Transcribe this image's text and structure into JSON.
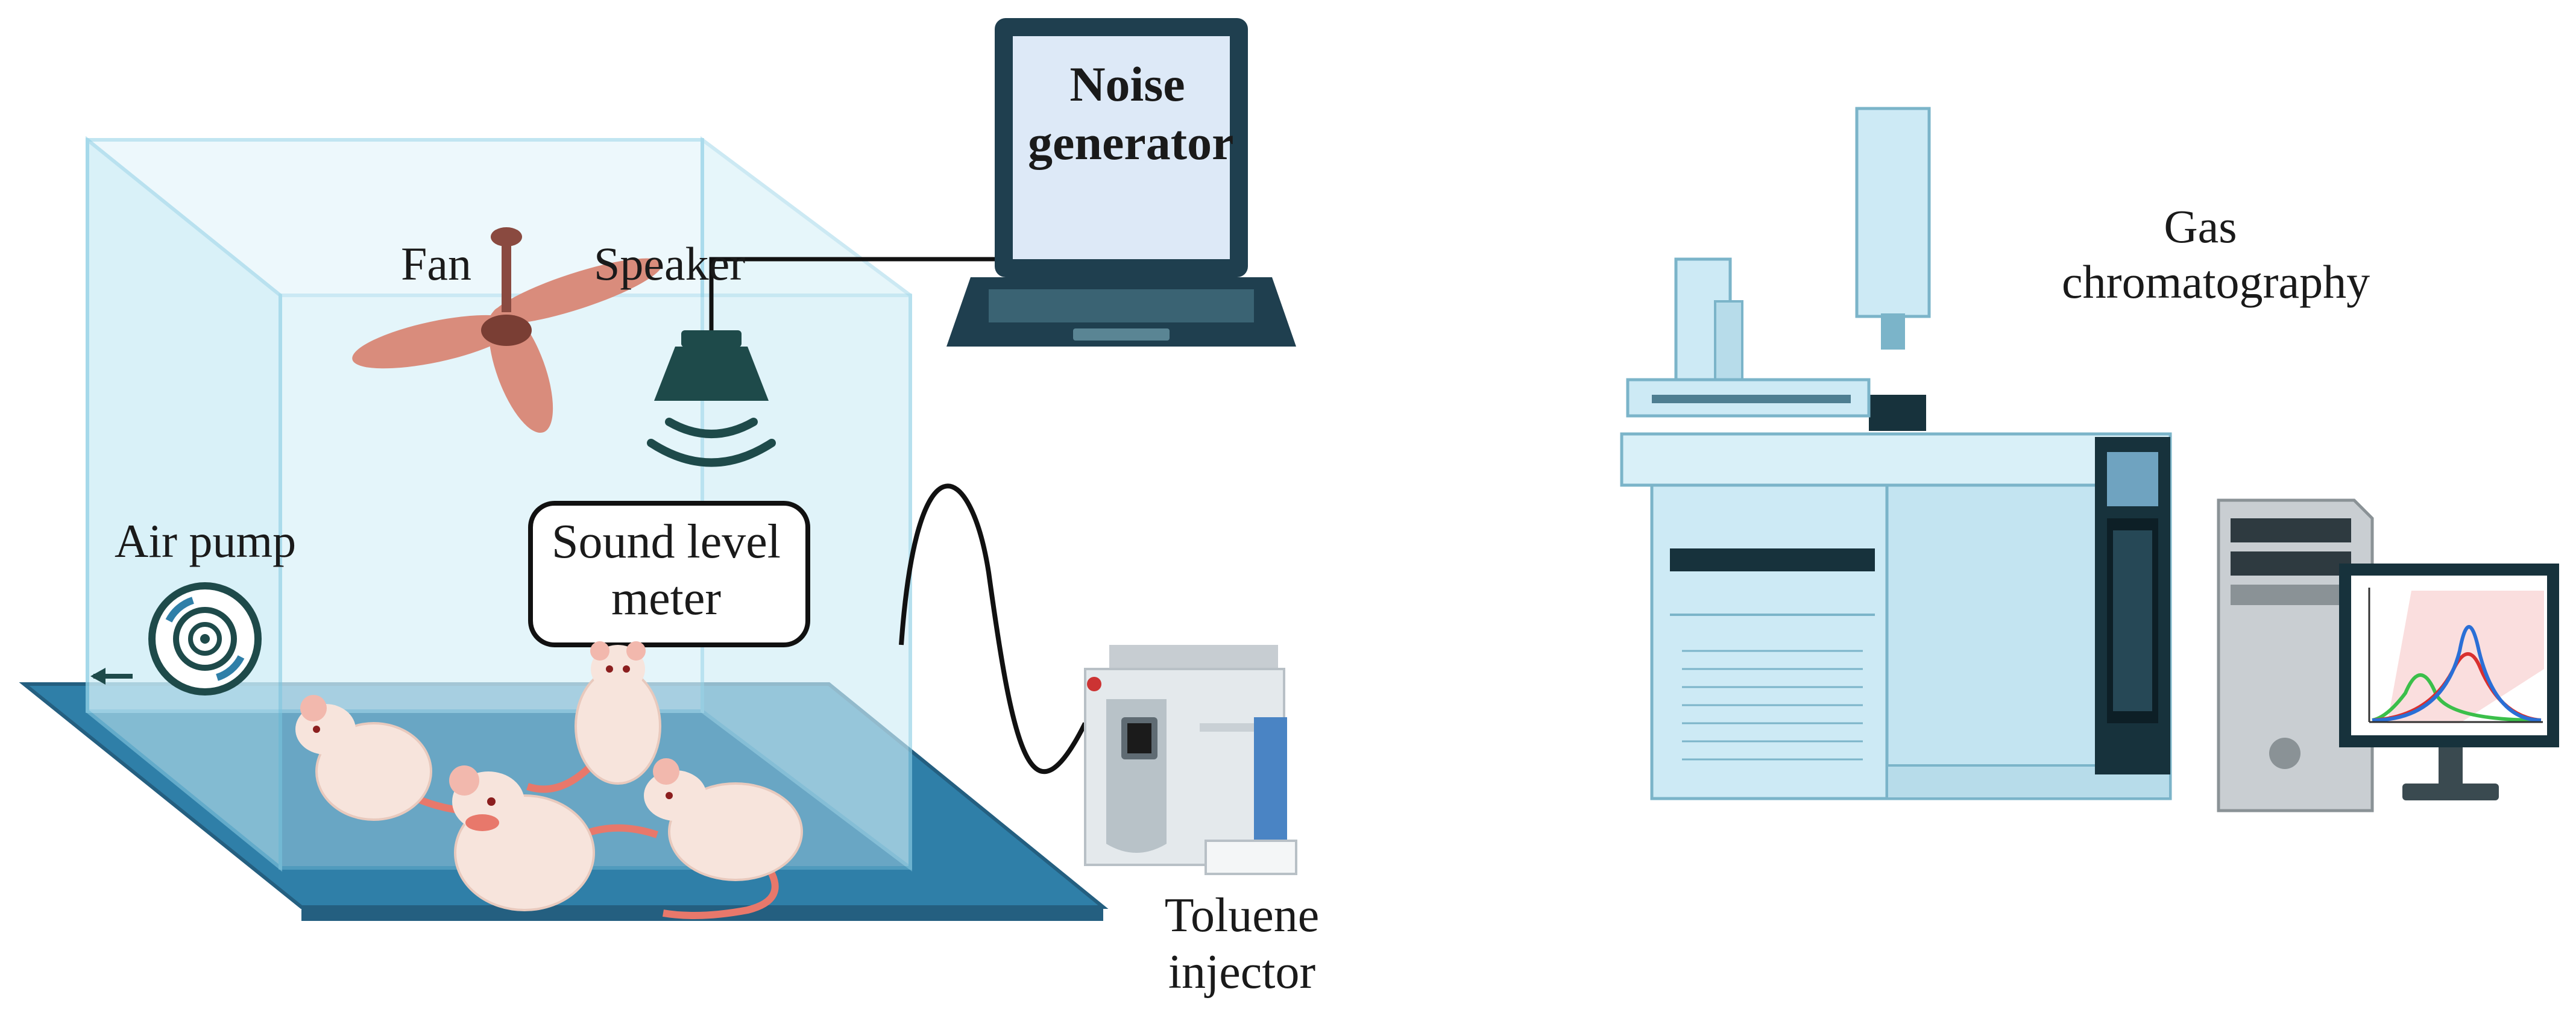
{
  "labels": {
    "noise_generator": [
      "Noise",
      "generator"
    ],
    "fan": "Fan",
    "speaker": "Speaker",
    "sound_level_meter": [
      "Sound level",
      "meter"
    ],
    "air_pump": "Air pump",
    "toluene_injector": [
      "Toluene",
      "injector"
    ],
    "gas_chromatography": [
      "Gas",
      "chromatography"
    ]
  },
  "colors": {
    "chamber_glass": "#c9ecf6",
    "chamber_edge": "#8fd0e6",
    "floor": "#2f7fa8",
    "laptop_body": "#1f3f4f",
    "laptop_screen": "#dde9f7",
    "speaker": "#1e4a4a",
    "fan": "#d98c7c",
    "rat_body": "#f7e4dc",
    "rat_tail": "#e8786b",
    "gc_body": "#cdeaf5",
    "gc_dark": "#17323c",
    "monitor_curve_blue": "#2a6fd6",
    "monitor_curve_red": "#d8302f",
    "monitor_curve_green": "#3bbf4a"
  },
  "icons": [
    "fan-icon",
    "speaker-icon",
    "laptop-icon",
    "rat-icon",
    "air-pump-icon",
    "injector-icon",
    "gas-chromatograph-icon",
    "computer-tower-icon",
    "monitor-icon"
  ]
}
